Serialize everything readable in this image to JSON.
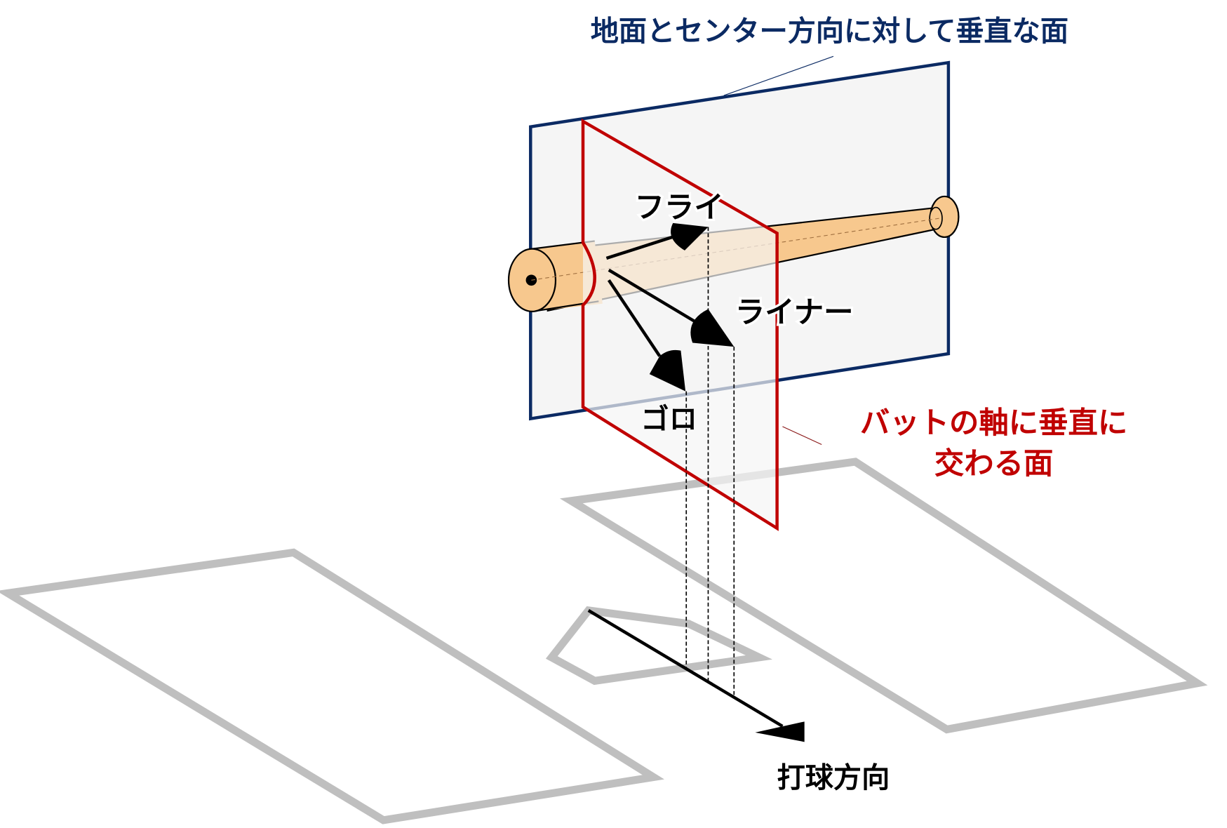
{
  "labels": {
    "vertical_plane": "地面とセンター方向に対して垂直な面",
    "bat_plane_line1": "バットの軸に垂直に",
    "bat_plane_line2": "交わる面",
    "fly": "フライ",
    "liner": "ライナー",
    "grounder": "ゴロ",
    "hit_direction": "打球方向"
  },
  "colors": {
    "navy": "#0b2a63",
    "red": "#c00000",
    "bat": "#f7c88e",
    "field_line": "#bfbfbf"
  }
}
